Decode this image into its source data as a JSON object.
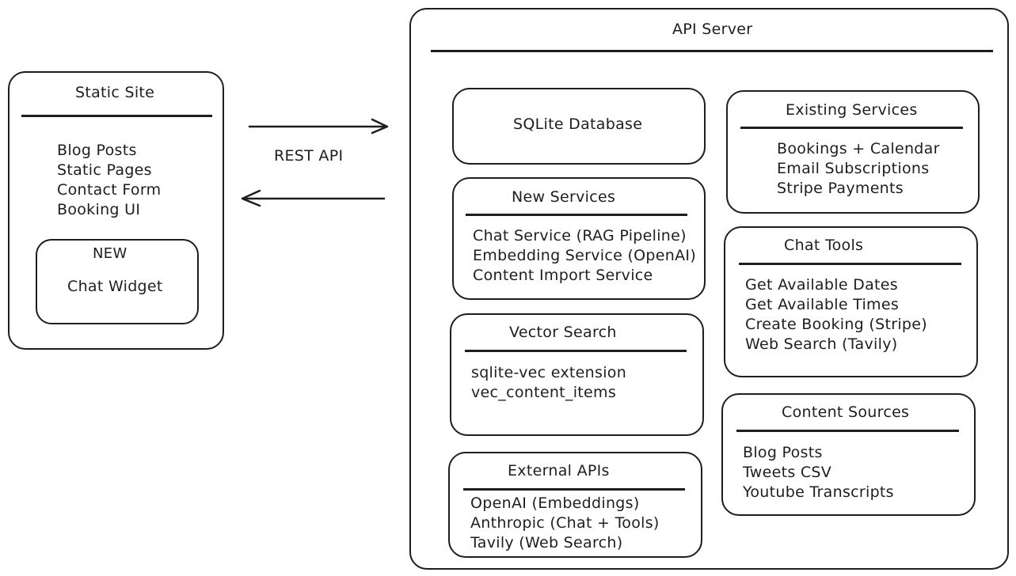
{
  "static_site": {
    "title": "Static Site",
    "items": [
      "Blog Posts",
      "Static Pages",
      "Contact Form",
      "Booking UI"
    ],
    "widget": {
      "badge": "NEW",
      "label": "Chat Widget"
    }
  },
  "connection": {
    "label": "REST API"
  },
  "api_server": {
    "title": "API Server",
    "database": {
      "label": "SQLite Database"
    },
    "new_services": {
      "title": "New Services",
      "items": [
        "Chat Service (RAG Pipeline)",
        "Embedding Service (OpenAI)",
        "Content Import Service"
      ]
    },
    "vector_search": {
      "title": "Vector Search",
      "items": [
        "sqlite-vec extension",
        "vec_content_items"
      ]
    },
    "external_apis": {
      "title": "External APIs",
      "items": [
        "OpenAI (Embeddings)",
        "Anthropic (Chat + Tools)",
        "Tavily (Web Search)"
      ]
    },
    "existing_services": {
      "title": "Existing Services",
      "items": [
        "Bookings + Calendar",
        "Email Subscriptions",
        "Stripe Payments"
      ]
    },
    "chat_tools": {
      "title": "Chat Tools",
      "items": [
        "Get Available Dates",
        "Get Available Times",
        "Create Booking (Stripe)",
        "Web Search (Tavily)"
      ]
    },
    "content_sources": {
      "title": "Content Sources",
      "items": [
        "Blog Posts",
        "Tweets CSV",
        "Youtube Transcripts"
      ]
    }
  }
}
